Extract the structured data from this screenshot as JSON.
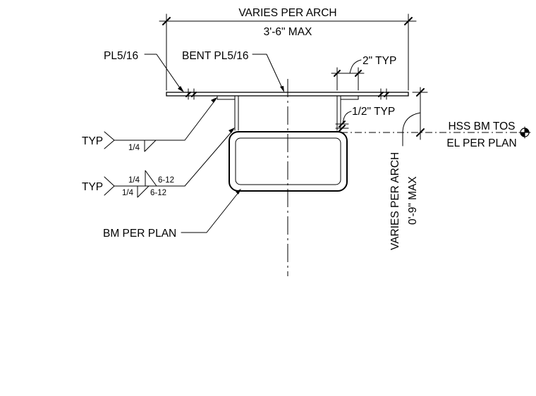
{
  "dimensions": {
    "top_varies": "VARIES PER ARCH",
    "top_max": "3'-6\" MAX",
    "side_varies": "VARIES PER ARCH",
    "side_max": "0'-9\" MAX"
  },
  "callouts": {
    "plate": "PL5/16",
    "bent_plate": "BENT PL5/16",
    "two_inch_typ": "2\" TYP",
    "half_inch_typ": "1/2\" TYP",
    "beam": "BM PER PLAN"
  },
  "elevation": {
    "line1": "HSS BM TOS",
    "line2": "EL PER PLAN"
  },
  "welds": {
    "fillet_typ_label": "TYP",
    "fillet_size": "1/4",
    "stitch_typ_label": "TYP",
    "stitch_top_size": "1/4",
    "stitch_top_pitch": "6-12",
    "stitch_bottom_size": "1/4",
    "stitch_bottom_pitch": "6-12"
  }
}
